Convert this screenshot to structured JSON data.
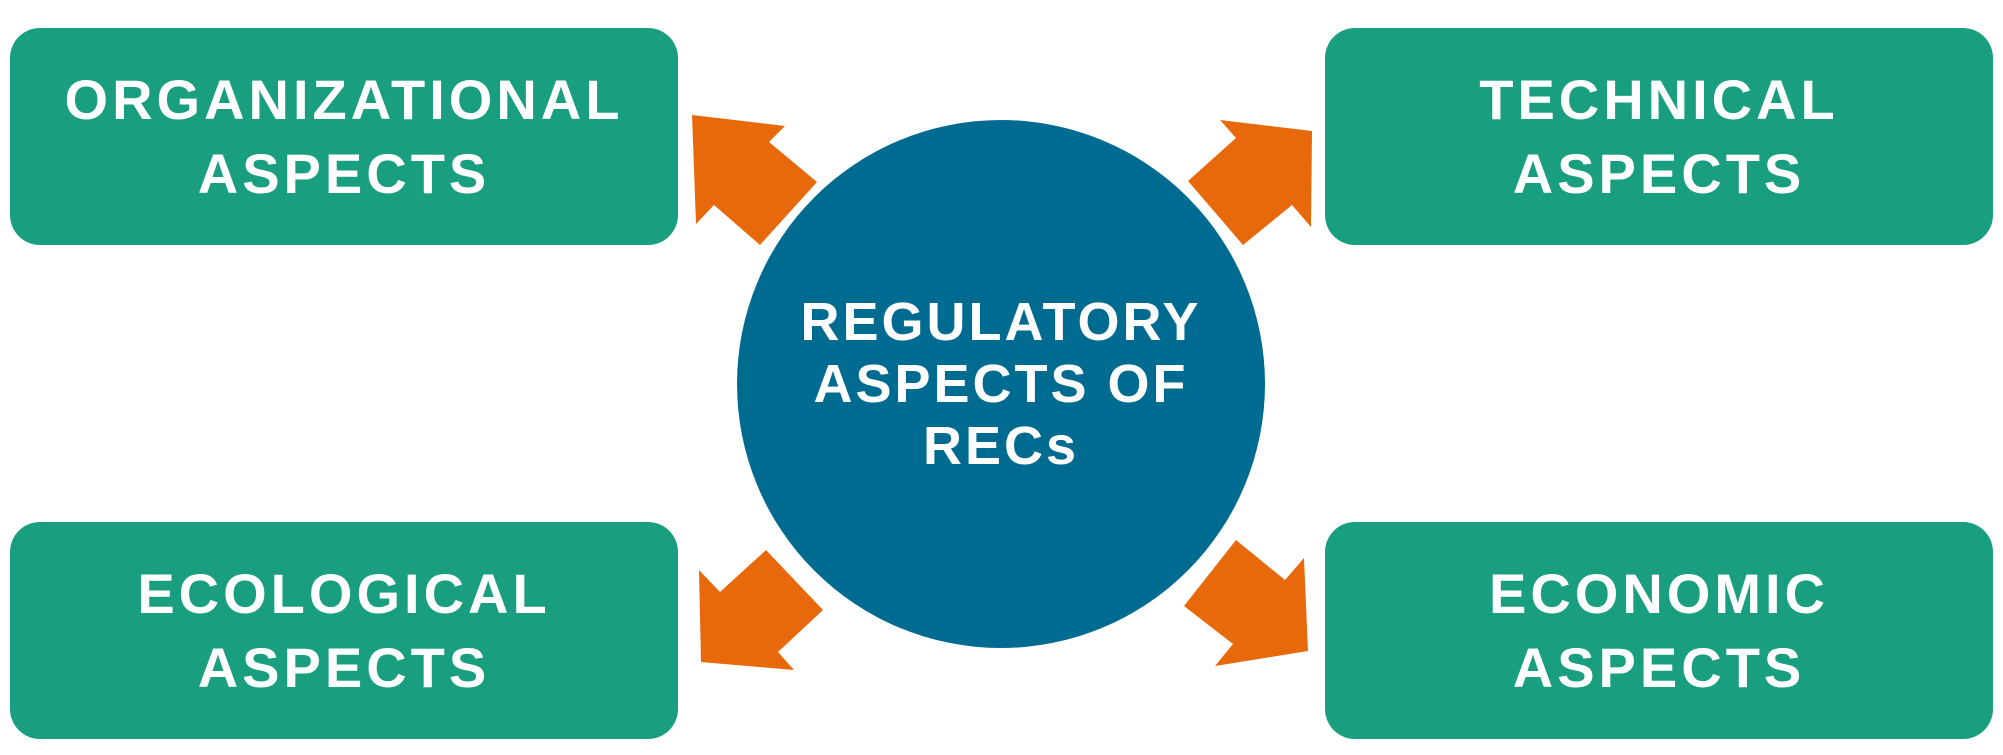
{
  "center": {
    "label": "REGULATORY\nASPECTS OF\nRECs"
  },
  "aspects": {
    "organizational": "ORGANIZATIONAL\nASPECTS",
    "technical": "TECHNICAL\nASPECTS",
    "ecological": "ECOLOGICAL\nASPECTS",
    "economic": "ECONOMIC\nASPECTS"
  },
  "colors": {
    "box": "#199e7f",
    "circle": "#006b91",
    "arrow": "#e8690b",
    "text": "#ffffff"
  }
}
